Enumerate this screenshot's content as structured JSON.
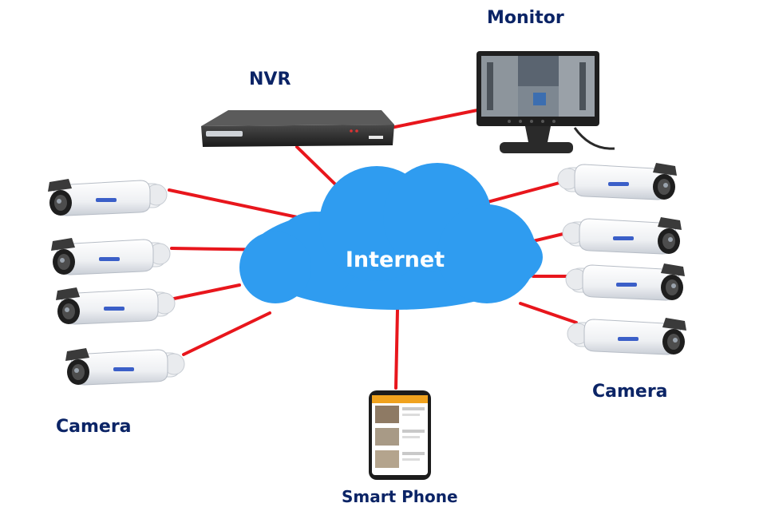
{
  "labels": {
    "monitor": "Monitor",
    "nvr": "NVR",
    "internet": "Internet",
    "camera_left": "Camera",
    "camera_right": "Camera",
    "smart_phone": "Smart Phone"
  },
  "colors": {
    "link": "#e8161c",
    "cloud": "#2f9cf0",
    "label": "#0b2466",
    "device_dark": "#2a2a2a"
  },
  "icons": [
    "cloud-icon",
    "nvr-recorder-icon",
    "monitor-icon",
    "bullet-camera-icon",
    "smartphone-icon"
  ]
}
